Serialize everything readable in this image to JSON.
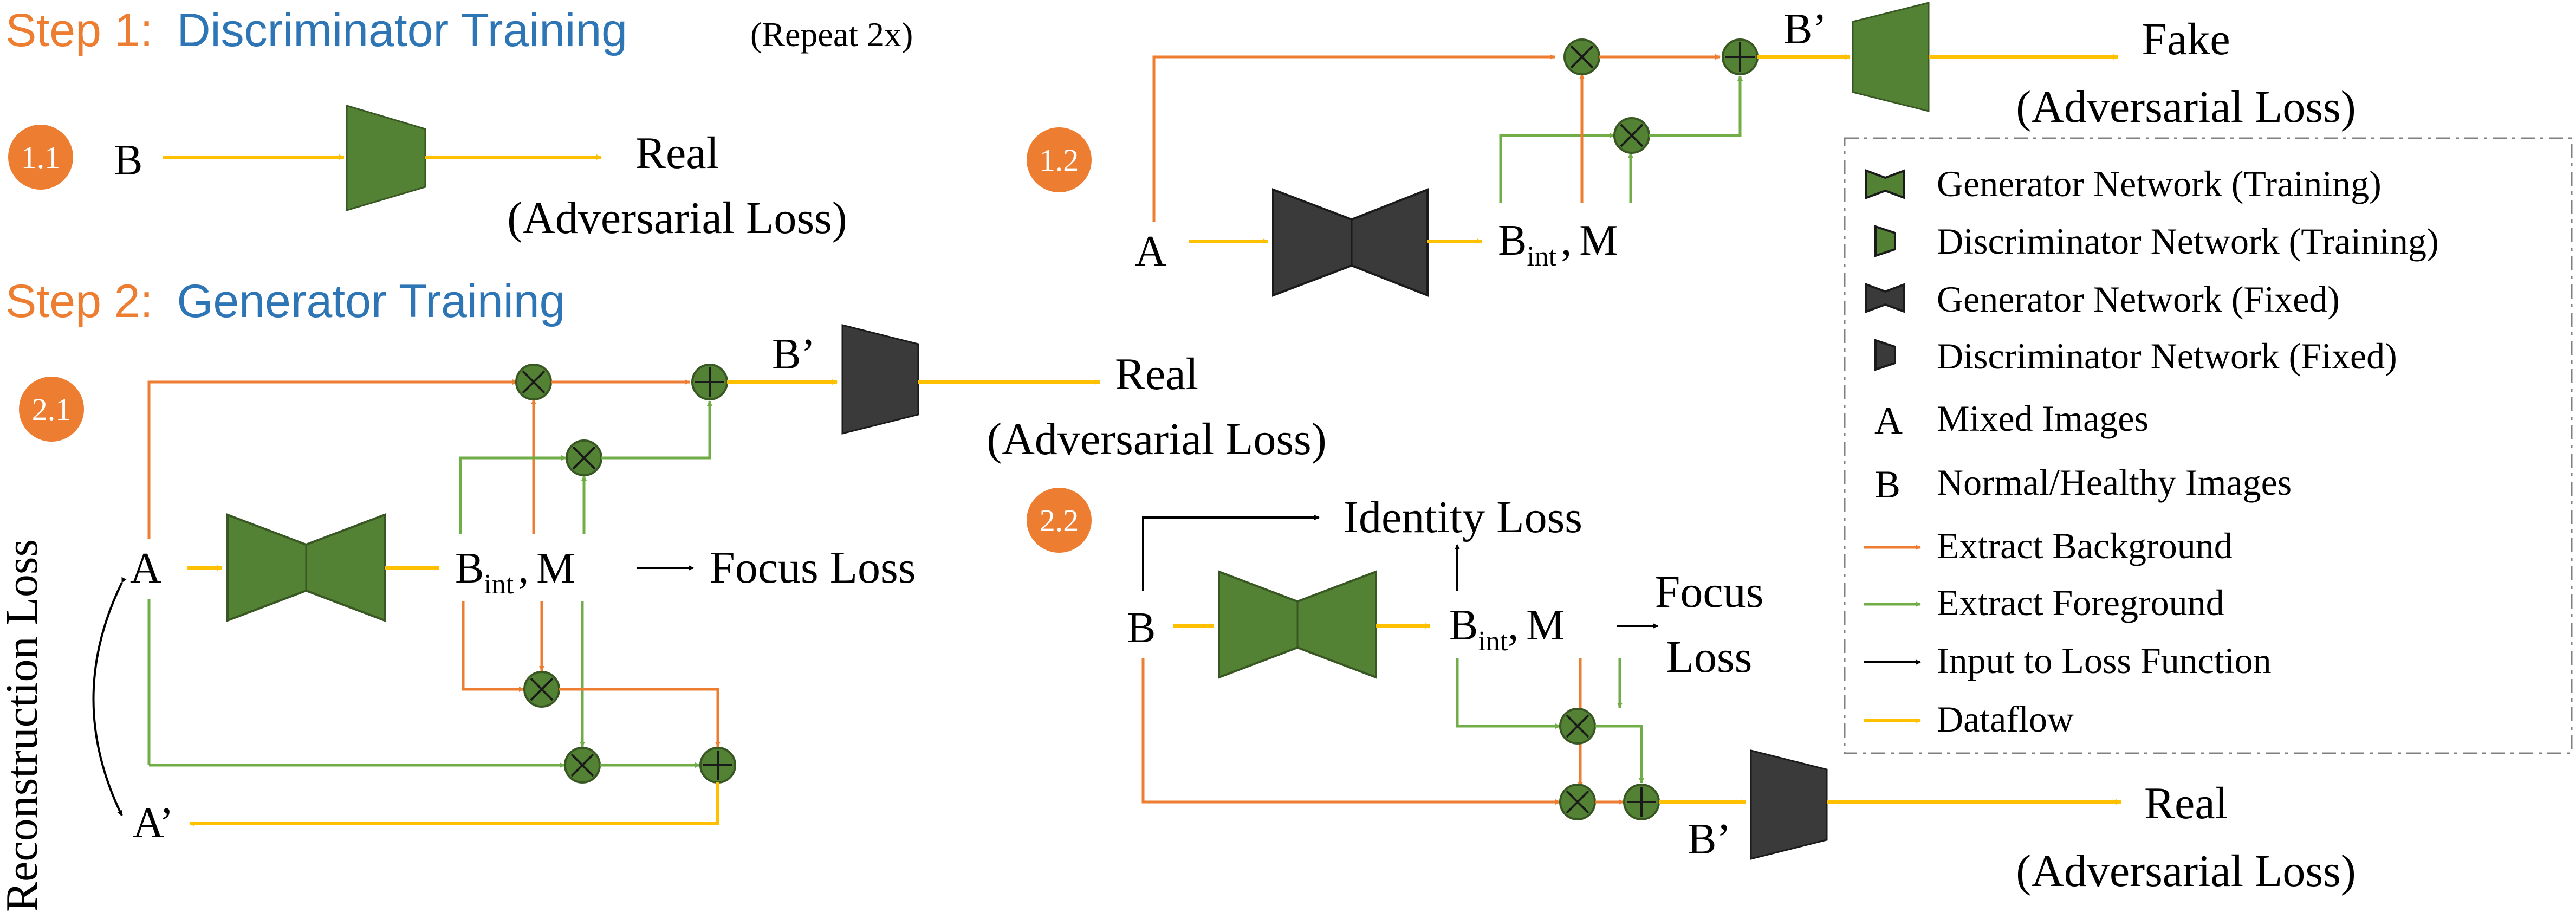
{
  "colors": {
    "orange": "#ED7D31",
    "blue": "#2E75B6",
    "green": "#538135",
    "green_fill": "#548235",
    "green_stroke": "#385723",
    "dark_fill": "#3A3A3A",
    "dark_stroke": "#1A1A1A",
    "foreground_green": "#70AD47",
    "dataflow_yellow": "#FFC000",
    "black": "#000000",
    "legend_border": "#808080"
  },
  "step1": {
    "prefix": "Step 1:",
    "title": "Discriminator Training",
    "note": "(Repeat 2x)",
    "badge_1": "1.1",
    "badge_2": "1.2"
  },
  "step2": {
    "prefix": "Step 2:",
    "title": "Generator Training",
    "badge_1": "2.1",
    "badge_2": "2.2"
  },
  "labels": {
    "A": "A",
    "B": "B",
    "B_prime": "B’",
    "A_prime": "A’",
    "B_int_base": "B",
    "B_int_sub": "int",
    "M": "M",
    "comma": ",",
    "real": "Real",
    "fake": "Fake",
    "adversarial_loss": "(Adversarial Loss)",
    "focus_loss": "Focus Loss",
    "focus": "Focus",
    "loss": "Loss",
    "identity_loss": "Identity Loss",
    "reconstruction_loss": "Reconstruction Loss"
  },
  "legend": {
    "generator_training": "Generator Network (Training)",
    "discriminator_training": "Discriminator Network (Training)",
    "generator_fixed": "Generator Network (Fixed)",
    "discriminator_fixed": "Discriminator Network (Fixed)",
    "mixed_key": "A",
    "mixed_images": "Mixed Images",
    "normal_key": "B",
    "normal_images": "Normal/Healthy Images",
    "extract_background": "Extract Background",
    "extract_foreground": "Extract Foreground",
    "input_to_loss": "Input to Loss Function",
    "dataflow": "Dataflow"
  },
  "icons": [
    "multiply-op-icon",
    "add-op-icon",
    "generator-icon",
    "discriminator-icon",
    "arrow-icon"
  ]
}
